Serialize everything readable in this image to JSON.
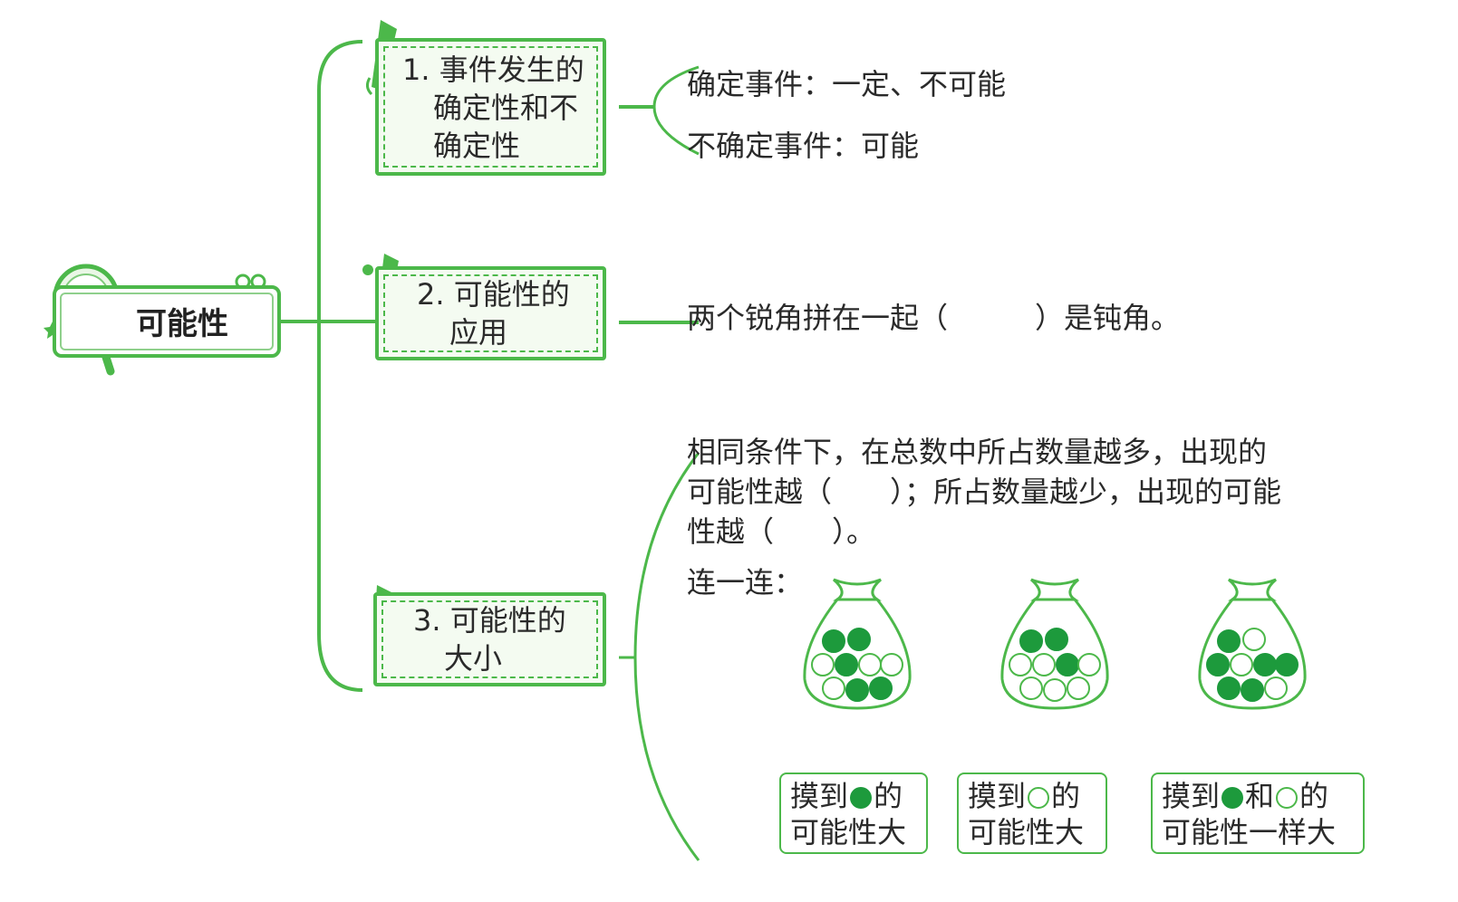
{
  "root": {
    "label": "可能性"
  },
  "branches": [
    {
      "lines": [
        "1. 事件发生的",
        "确定性和不",
        "确定性"
      ]
    },
    {
      "lines": [
        "2. 可能性的",
        "应用"
      ]
    },
    {
      "lines": [
        "3. 可能性的",
        "大小"
      ]
    }
  ],
  "branch1_leaves": [
    "确定事件：一定、不可能",
    "不确定事件：可能"
  ],
  "branch2_leaf": "两个锐角拼在一起（　　　）是钝角。",
  "branch3": {
    "text_lines": [
      "相同条件下，在总数中所占数量越多，出现的",
      "可能性越（　　）；所占数量越少，出现的可能",
      "性越（　　）。"
    ],
    "connect_label": "连一连：",
    "bags": [
      {
        "filled": 5,
        "hollow": 4
      },
      {
        "filled": 3,
        "hollow": 6
      },
      {
        "filled": 6,
        "hollow": 3
      }
    ],
    "choices": [
      {
        "pre": "摸到",
        "dot1": "filled",
        "mid": "",
        "dot2": "",
        "post": "的",
        "line2": "可能性大"
      },
      {
        "pre": "摸到",
        "dot1": "hollow",
        "mid": "",
        "dot2": "",
        "post": "的",
        "line2": "可能性大"
      },
      {
        "pre": "摸到",
        "dot1": "filled",
        "mid": "和",
        "dot2": "hollow",
        "post": "的",
        "line2": "可能性一样大"
      }
    ]
  },
  "colors": {
    "line": "#4cb84a",
    "filled_ball": "#1d9a3c",
    "node_fill": "#f4fbf1"
  }
}
